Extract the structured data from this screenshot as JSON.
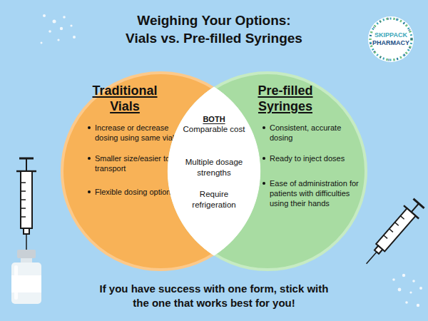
{
  "diagram": {
    "title": "Weighing Your Options: Vials vs. Pre-filled Syringes",
    "caption": "If you have success with one form, stick with the one that works best for you!",
    "nodes": [
      {
        "text": [
          "Traditional Vials",
          "Increase or decrease dosing using same vial",
          "Smaller size/easier to transport",
          "Flexible dosing options"
        ]
      },
      {
        "text": [
          "BOTH",
          "Comparable cost",
          "Multiple dosage strengths",
          "Require refrigeration"
        ]
      },
      {
        "text": [
          "Pre-filled Syringes",
          "Consistent, accurate dosing",
          "Ready to inject doses",
          "Ease of administration for patients with difficulties using their hands"
        ]
      }
    ],
    "labels": [
      "SKIPPACK PHARMACY"
    ]
  }
}
